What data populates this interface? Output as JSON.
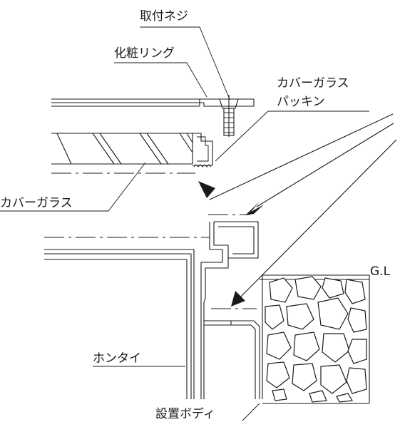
{
  "labels": {
    "screw": "取付ネジ",
    "ring": "化粧リング",
    "packing_1": "カバーガラス",
    "packing_2": "パッキン",
    "glass": "カバーガラス",
    "gl": "G.L",
    "body": "ホンタイ",
    "install_body": "設置ボディ"
  },
  "icons": {
    "arrow": "arrow-head-icon",
    "soil": "stone-pattern"
  },
  "colors": {
    "line": "#1a1a1a",
    "background": "#ffffff"
  }
}
